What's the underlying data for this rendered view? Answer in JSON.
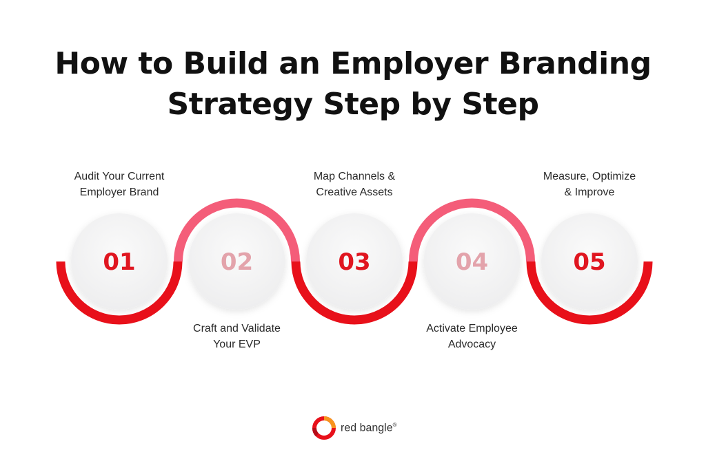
{
  "title": {
    "line1": "How to Build an Employer Branding",
    "line2": "Strategy Step by Step"
  },
  "colors": {
    "dark_red": "#e8101a",
    "pink": "#f45d79",
    "number_strong": "#e01620",
    "number_soft": "#e3a3ab",
    "circle_fill": "#f4f4f5",
    "text": "#2b2b2b"
  },
  "steps": [
    {
      "number": "01",
      "label_line1": "Audit Your Current",
      "label_line2": "Employer Brand",
      "label_position": "above",
      "arc": "bottom",
      "arc_color": "dark_red",
      "number_color": "strong"
    },
    {
      "number": "02",
      "label_line1": "Craft and Validate",
      "label_line2": "Your EVP",
      "label_position": "below",
      "arc": "top",
      "arc_color": "pink",
      "number_color": "soft"
    },
    {
      "number": "03",
      "label_line1": "Map Channels &",
      "label_line2": "Creative Assets",
      "label_position": "above",
      "arc": "bottom",
      "arc_color": "dark_red",
      "number_color": "strong"
    },
    {
      "number": "04",
      "label_line1": "Activate Employee",
      "label_line2": "Advocacy",
      "label_position": "below",
      "arc": "top",
      "arc_color": "pink",
      "number_color": "soft"
    },
    {
      "number": "05",
      "label_line1": "Measure, Optimize",
      "label_line2": "& Improve",
      "label_position": "above",
      "arc": "bottom",
      "arc_color": "dark_red",
      "number_color": "strong"
    }
  ],
  "logo": {
    "text": "red bangle",
    "reg": "®"
  }
}
